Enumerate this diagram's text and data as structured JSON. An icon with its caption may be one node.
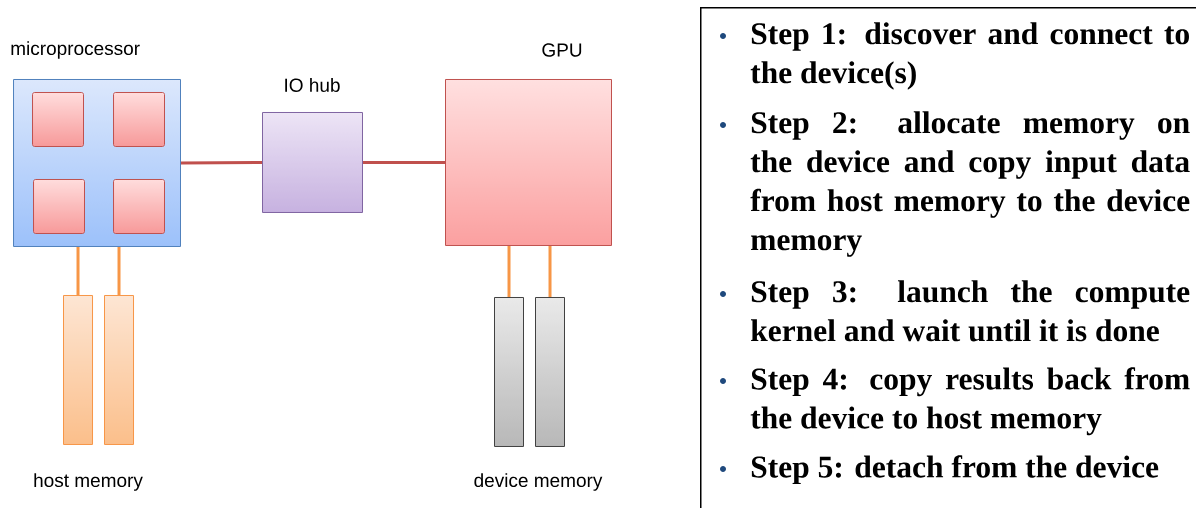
{
  "diagram": {
    "nodes": [
      {
        "text": [
          "microprocessor"
        ]
      },
      {
        "text": [],
        "shape": "box",
        "in": 0
      },
      {
        "text": [],
        "shape": "box",
        "in": 0
      },
      {
        "text": [],
        "shape": "box",
        "in": 0
      },
      {
        "text": [],
        "shape": "box",
        "in": 0
      },
      {
        "text": [
          "IO hub"
        ]
      },
      {
        "text": [
          "GPU"
        ]
      },
      {
        "text": [],
        "shape": "bar"
      },
      {
        "text": [],
        "shape": "bar"
      },
      {
        "text": [],
        "shape": "bar"
      },
      {
        "text": [],
        "shape": "bar"
      },
      {
        "text": [
          "Step 1: discover and connect to the device(s)",
          "Step 2: allocate memory on the device and copy input data from host memory to the device memory",
          "Step 3: launch the compute kernel and wait until it is done",
          "Step 4: copy results back from the device to host memory",
          "Step 5: detach from the device"
        ]
      }
    ],
    "edges": [
      {
        "from": 0,
        "to": 5,
        "arrow": "none",
        "color": "#c0504d"
      },
      {
        "from": 5,
        "to": 6,
        "arrow": "none",
        "color": "#c0504d"
      },
      {
        "from": 0,
        "to": 7,
        "arrow": "none"
      },
      {
        "from": 0,
        "to": 8,
        "arrow": "none"
      },
      {
        "from": 6,
        "to": 9,
        "arrow": "none"
      },
      {
        "from": 6,
        "to": 10,
        "arrow": "none"
      }
    ],
    "labels": [
      "host memory",
      "device memory"
    ]
  }
}
